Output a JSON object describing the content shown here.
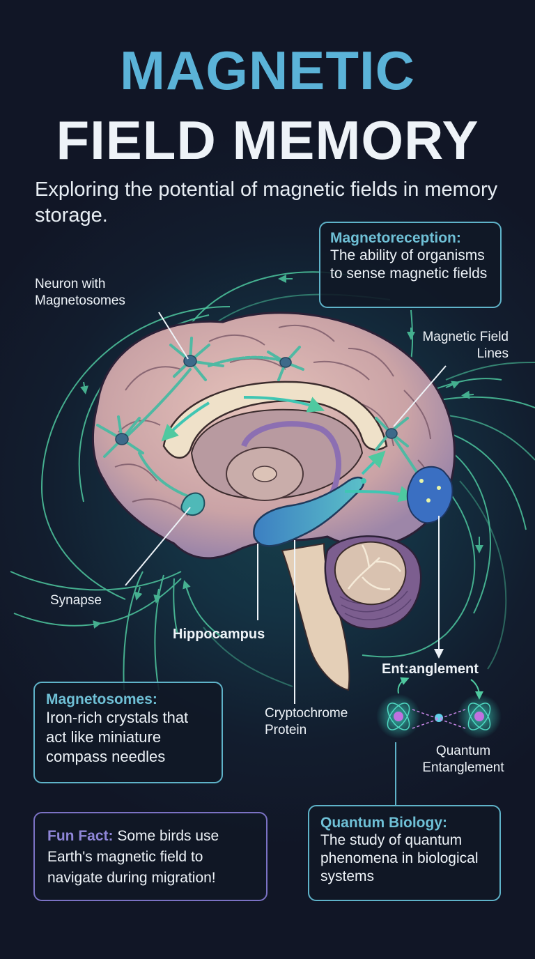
{
  "header": {
    "title_line1": "MAGNETIC",
    "title_line2": "FIELD MEMORY",
    "subtitle": "Exploring the potential of magnetic fields in memory storage."
  },
  "callouts": {
    "magnetoreception": {
      "heading": "Magnetoreception:",
      "body": "The ability of organisms to sense magnetic fields"
    },
    "magnetosomes": {
      "heading": "Magnetosomes:",
      "body": "Iron-rich crystals that act like miniature compass needles"
    },
    "fun_fact": {
      "heading": "Fun Fact:",
      "body": " Some birds use Earth's magnetic field to navigate during migration!"
    },
    "quantum_biology": {
      "heading": "Quantum Biology:",
      "body": "The study of quantum phenomena in biological systems"
    }
  },
  "labels": {
    "neuron": "Neuron with Magnetosomes",
    "field_lines": "Magnetic Field Lines",
    "synapse": "Synapse",
    "hippocampus": "Hippocampus",
    "cryptochrome": "Cryptochrome Protein",
    "entanglement_heading": "Ent:anglement",
    "quantum_entanglement": "Quantum Entanglement"
  },
  "icons": {
    "brain": "brain-illustration",
    "neurons": "neuron-icon",
    "atoms": "atom-icon",
    "field_lines": "magnetic-field-line-icon"
  },
  "colors": {
    "background": "#111626",
    "title_accent": "#5bb3d8",
    "title_white": "#eef3f8",
    "callout_border": "#5fb3c9",
    "fun_fact_border": "#7b72c4",
    "fun_fact_heading": "#8f86d8",
    "field_line": "#4fc9a0",
    "brain_pink": "#d9b3ad",
    "neuron_teal": "#4fb9a3",
    "hippocampus_blue": "#3f8fc4"
  }
}
